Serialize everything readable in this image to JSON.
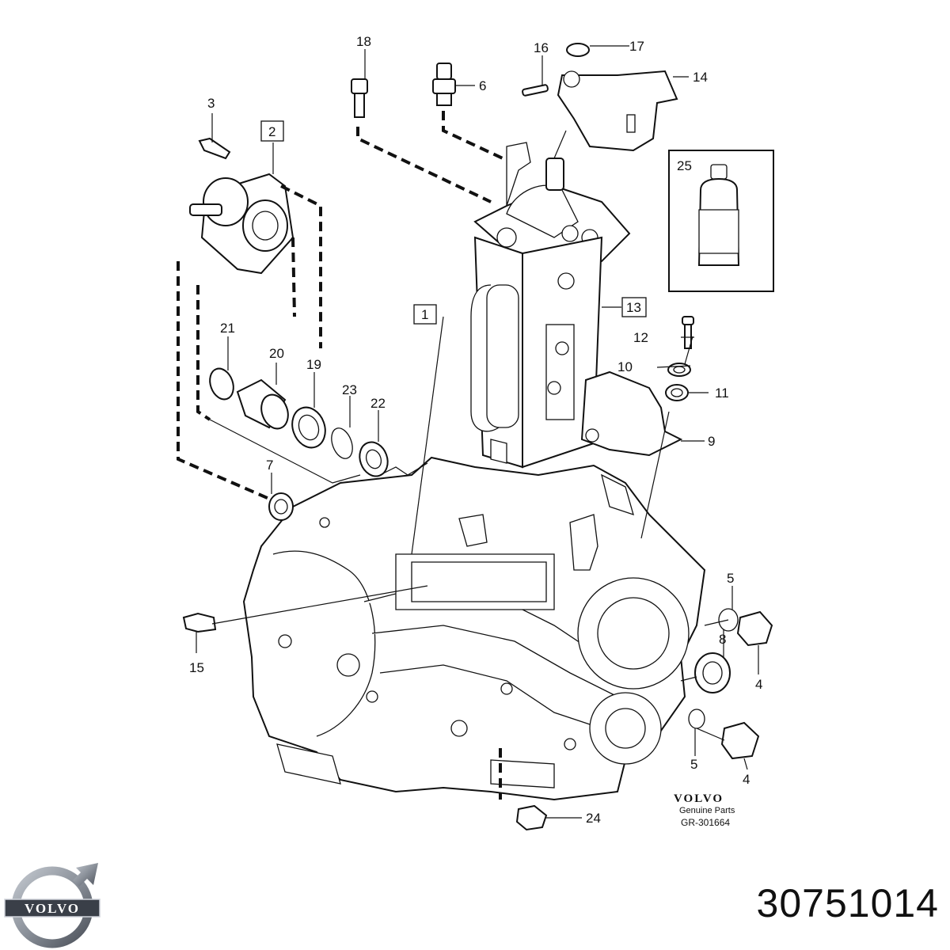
{
  "callouts": {
    "c1": "1",
    "c2": "2",
    "c3": "3",
    "c4a": "4",
    "c4b": "4",
    "c5a": "5",
    "c5b": "5",
    "c6": "6",
    "c7": "7",
    "c8": "8",
    "c9": "9",
    "c10": "10",
    "c11": "11",
    "c12": "12",
    "c13": "13",
    "c14": "14",
    "c15": "15",
    "c16": "16",
    "c17": "17",
    "c18": "18",
    "c19": "19",
    "c20": "20",
    "c21": "21",
    "c22": "22",
    "c23": "23",
    "c24": "24",
    "c25": "25"
  },
  "branding": {
    "small_logo_text": "VOLVO",
    "genuine_parts": "Genuine Parts",
    "diagram_ref": "GR-301664",
    "big_logo_text": "VOLVO"
  },
  "part_number": "30751014",
  "colors": {
    "ink": "#111111",
    "logo_steel": "#8a9099",
    "logo_dark": "#3a3f48"
  }
}
